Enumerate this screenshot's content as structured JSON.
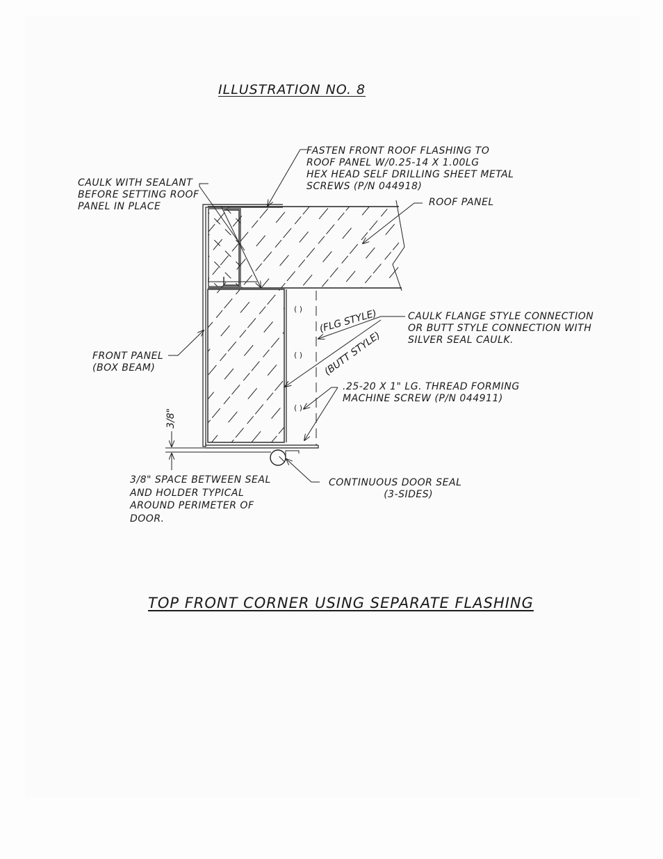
{
  "illustration_title": "ILLUSTRATION NO. 8",
  "footer_title": "TOP FRONT CORNER USING SEPARATE FLASHING",
  "callouts": {
    "fasten": "FASTEN FRONT ROOF FLASHING TO\nROOF PANEL W/0.25-14 X 1.00LG\nHEX HEAD SELF DRILLING SHEET METAL\nSCREWS (P/N 044918)",
    "caulk_sealant": "CAULK WITH SEALANT\nBEFORE SETTING ROOF\nPANEL IN PLACE",
    "roof_panel": "ROOF PANEL",
    "caulk_flange": "CAULK FLANGE STYLE CONNECTION\nOR BUTT STYLE CONNECTION WITH\nSILVER SEAL CAULK.",
    "front_panel": "FRONT PANEL\n(BOX BEAM)",
    "screw": ".25-20 X 1\" LG. THREAD FORMING\nMACHINE SCREW (P/N 044911)",
    "space": "3/8\" SPACE BETWEEN SEAL\nAND HOLDER TYPICAL\nAROUND PERIMETER OF\nDOOR.",
    "door_seal": "CONTINUOUS DOOR SEAL\n                (3-SIDES)",
    "flg_style": "(FLG STYLE)",
    "butt_style": "(BUTT STYLE)",
    "dimension": "3/8\""
  }
}
